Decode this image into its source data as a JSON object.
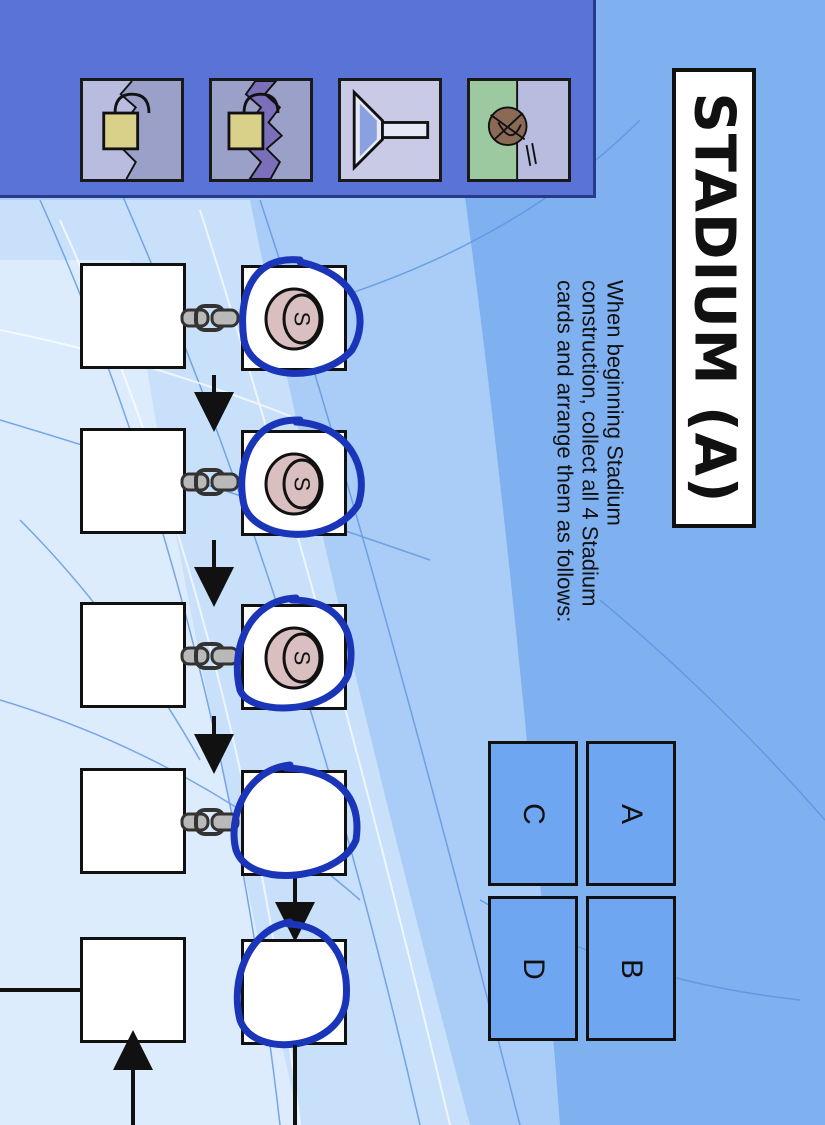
{
  "title": "STADIUM (A)",
  "instructions": [
    "When beginning Stadium",
    "construction, collect all 4 Stadium",
    "cards and arrange them as follows:"
  ],
  "arrangement": [
    "A",
    "B",
    "C",
    "D"
  ],
  "top_icons": [
    "padlock-icon",
    "padlock-cracked-icon",
    "funnel-icon",
    "crossed-out-grass-icon"
  ],
  "chain_slots": [
    {
      "icon": "coin-s-icon",
      "label": "S"
    },
    {
      "icon": "coin-s-icon",
      "label": "S"
    },
    {
      "icon": "coin-s-icon",
      "label": "S"
    },
    {
      "icon": "",
      "label": ""
    },
    {
      "icon": "",
      "label": ""
    }
  ],
  "colors": {
    "background": "#7fb0f0",
    "panel": "#5a73d6",
    "circle": "#1a35b8",
    "coin": "#d9bfc0"
  }
}
